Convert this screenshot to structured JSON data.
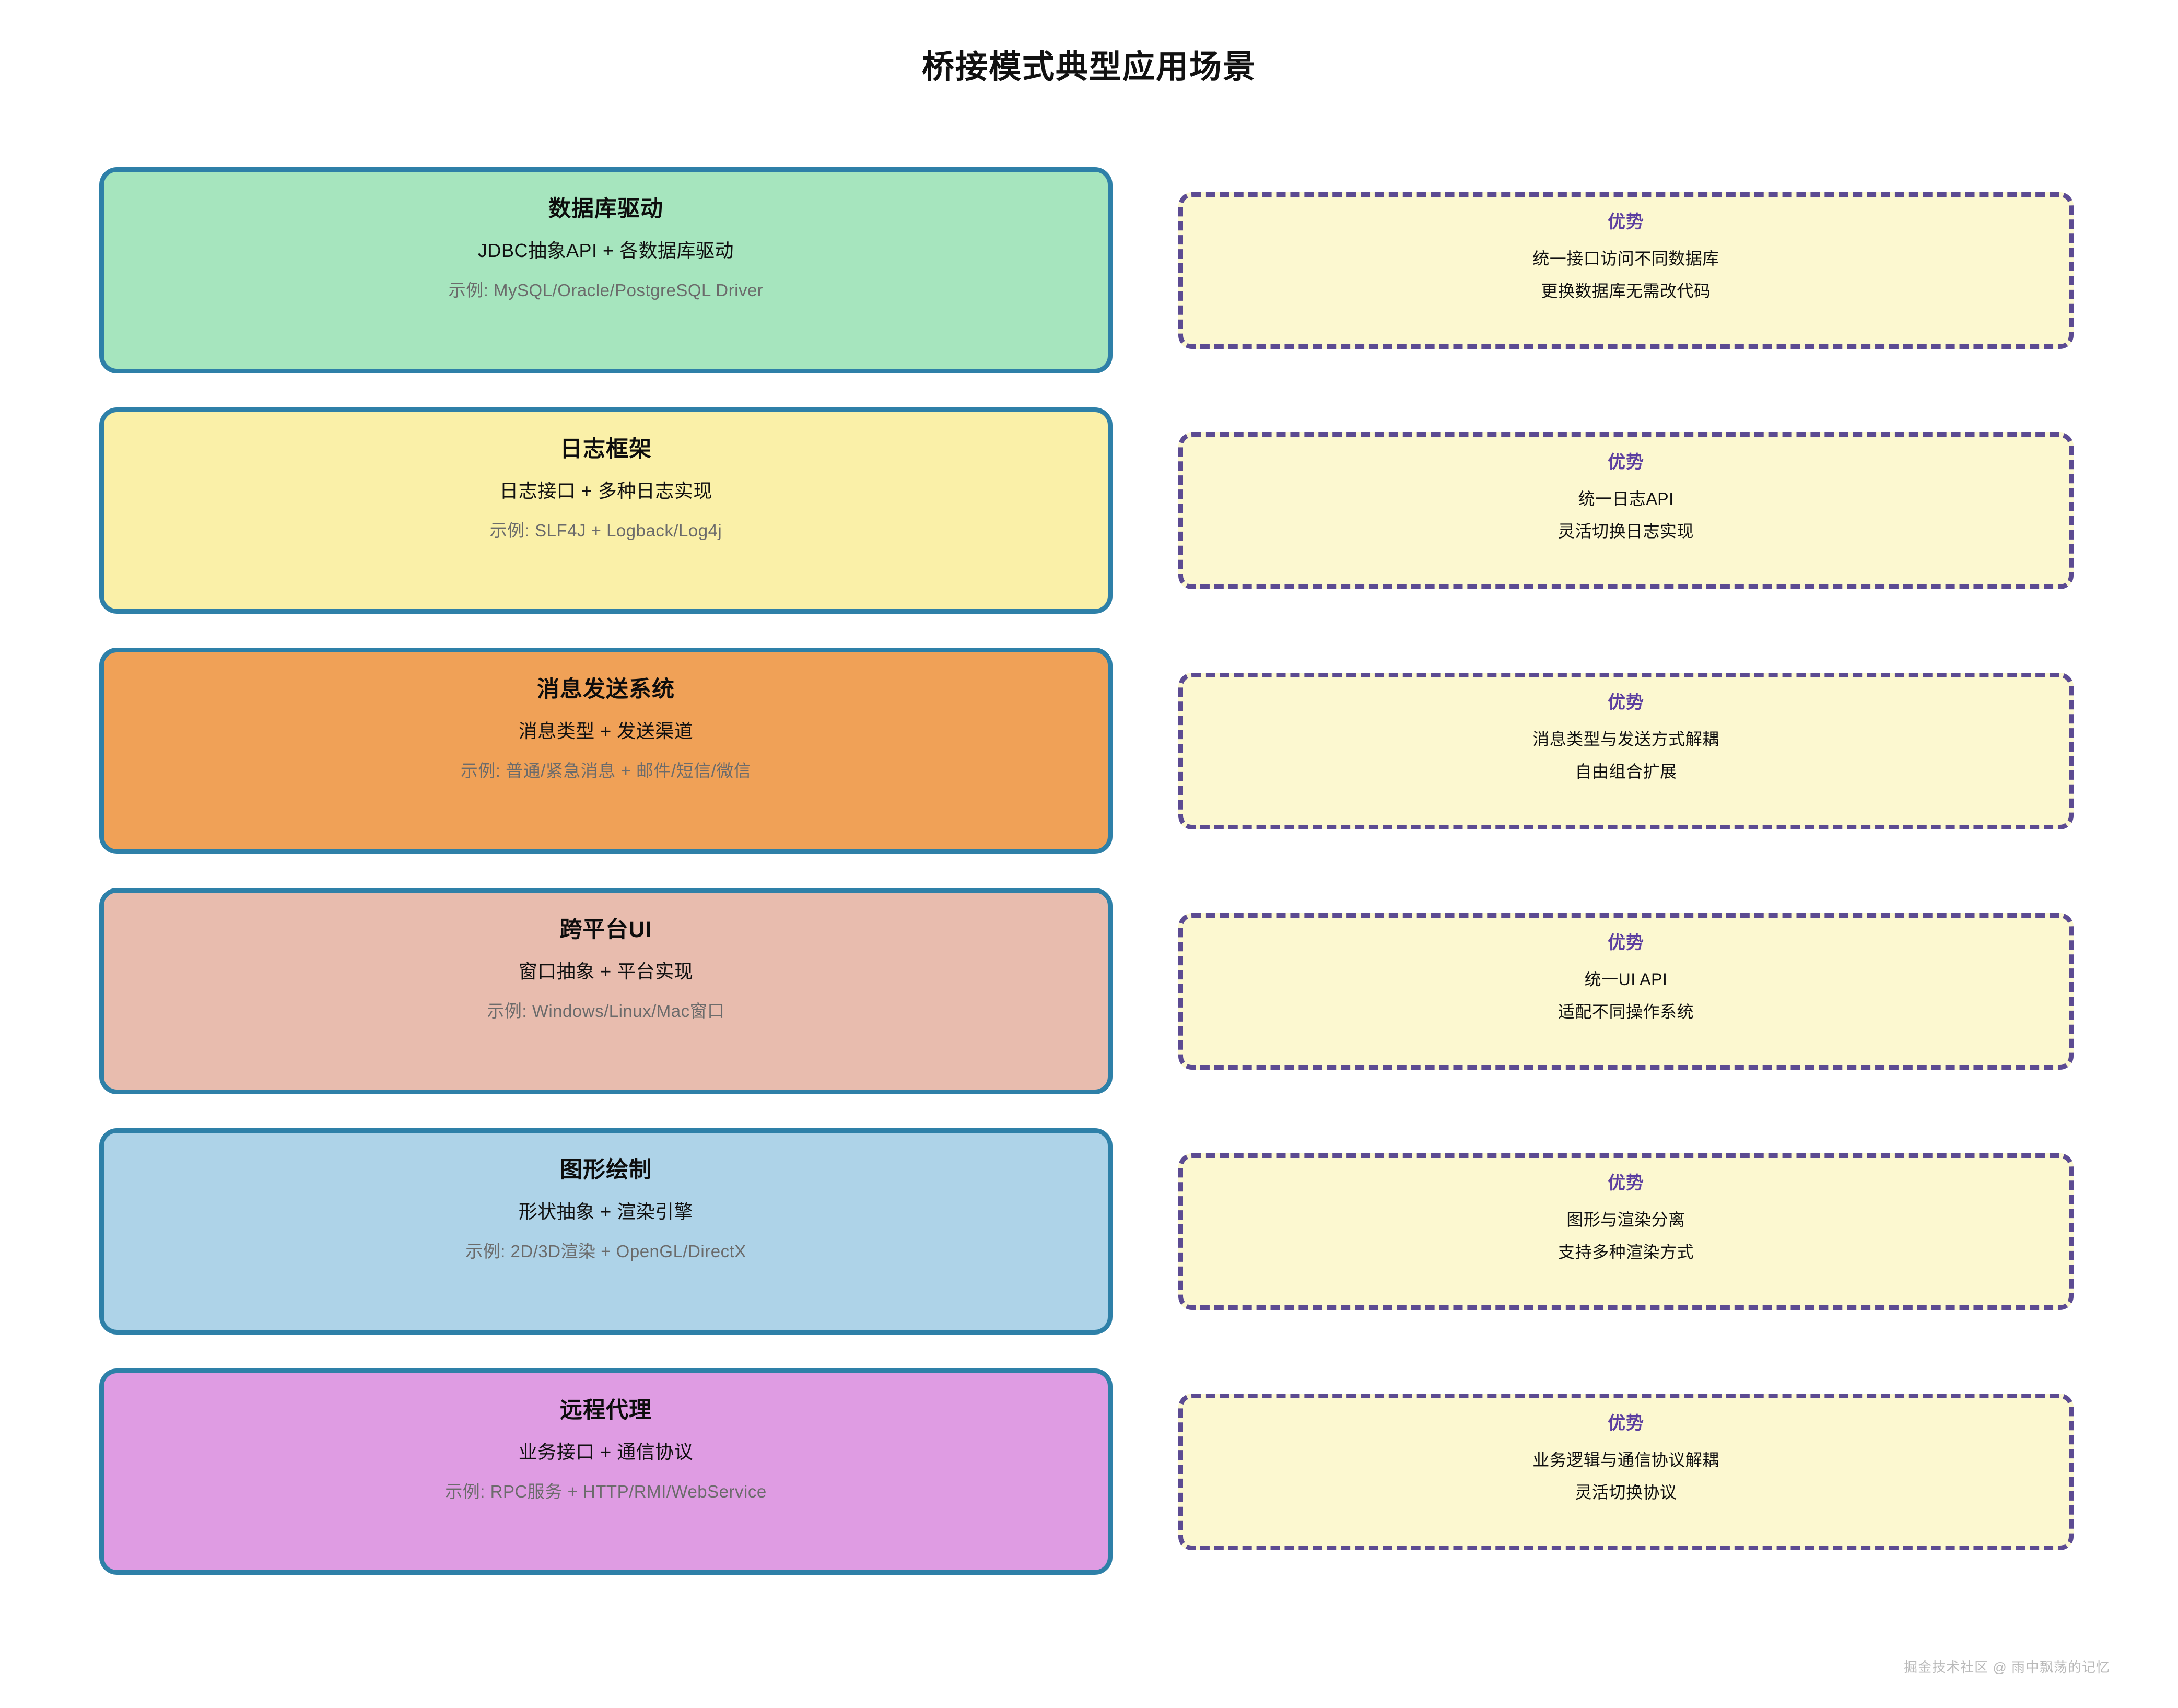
{
  "title": "桥接模式典型应用场景",
  "watermark": "掘金技术社区 @ 雨中飘荡的记忆",
  "advantage_label": "优势",
  "colors": {
    "card_border": "#2E80A8",
    "advantage_border": "#5C4B92",
    "advantage_bg": "#FCF8D0",
    "advantage_title": "#5C3FA0",
    "example_text": "#6b6b6b"
  },
  "rows": [
    {
      "card": {
        "title": "数据库驱动",
        "desc": "JDBC抽象API + 各数据库驱动",
        "example": "示例: MySQL/Oracle/PostgreSQL Driver",
        "fill": "#A6E5BE"
      },
      "advantage": {
        "title": "优势",
        "line1": "统一接口访问不同数据库",
        "line2": "更换数据库无需改代码"
      }
    },
    {
      "card": {
        "title": "日志框架",
        "desc": "日志接口 + 多种日志实现",
        "example": "示例: SLF4J + Logback/Log4j",
        "fill": "#FAF0A8"
      },
      "advantage": {
        "title": "优势",
        "line1": "统一日志API",
        "line2": "灵活切换日志实现"
      }
    },
    {
      "card": {
        "title": "消息发送系统",
        "desc": "消息类型 + 发送渠道",
        "example": "示例: 普通/紧急消息 + 邮件/短信/微信",
        "fill": "#F0A157"
      },
      "advantage": {
        "title": "优势",
        "line1": "消息类型与发送方式解耦",
        "line2": "自由组合扩展"
      }
    },
    {
      "card": {
        "title": "跨平台UI",
        "desc": "窗口抽象 + 平台实现",
        "example": "示例: Windows/Linux/Mac窗口",
        "fill": "#E8BCAE"
      },
      "advantage": {
        "title": "优势",
        "line1": "统一UI API",
        "line2": "适配不同操作系统"
      }
    },
    {
      "card": {
        "title": "图形绘制",
        "desc": "形状抽象 + 渲染引擎",
        "example": "示例: 2D/3D渲染 + OpenGL/DirectX",
        "fill": "#AED3E8"
      },
      "advantage": {
        "title": "优势",
        "line1": "图形与渲染分离",
        "line2": "支持多种渲染方式"
      }
    },
    {
      "card": {
        "title": "远程代理",
        "desc": "业务接口 + 通信协议",
        "example": "示例: RPC服务 + HTTP/RMI/WebService",
        "fill": "#DF9CE3"
      },
      "advantage": {
        "title": "优势",
        "line1": "业务逻辑与通信协议解耦",
        "line2": "灵活切换协议"
      }
    }
  ]
}
